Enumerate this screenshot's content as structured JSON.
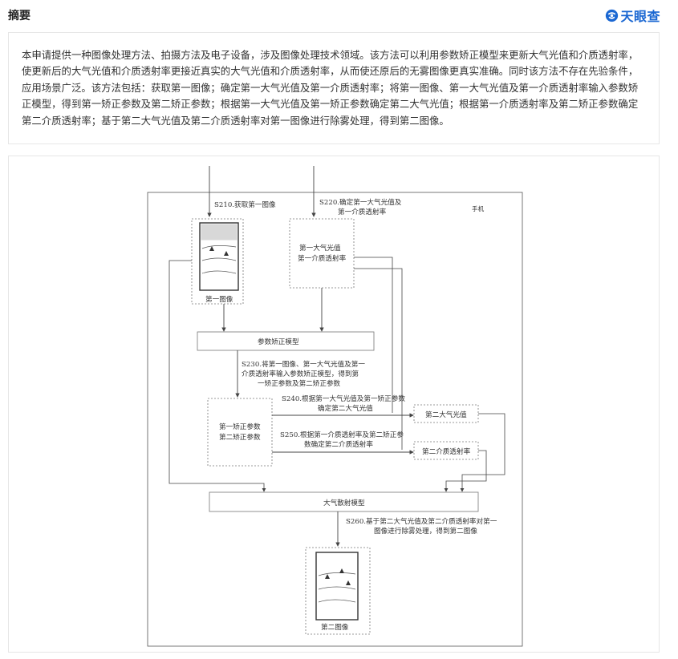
{
  "header": {
    "title": "摘要",
    "brand": "天眼查",
    "brand_color": "#1a67d2"
  },
  "abstract": {
    "lines": [
      "本申请提供一种图像处理方法、拍摄方法及电子设备，涉及图像处理技术领域。该方法可以利用参数矫正模型来更新大气光值和介质透射率，",
      "使更新后的大气光值和介质透射率更接近真实的大气光值和介质透射率，从而使还原后的无雾图像更真实准确。同时该方法不存在先验条件，",
      "应用场景广泛。该方法包括：获取第一图像；确定第一大气光值及第一介质透射率；将第一图像、第一大气光值及第一介质透射率输入参数矫",
      "正模型，得到第一矫正参数及第二矫正参数；根据第一大气光值及第一矫正参数确定第二大气光值；根据第一介质透射率及第二矫正参数确定",
      "第二介质透射率；基于第二大气光值及第二介质透射率对第一图像进行除雾处理，得到第二图像。"
    ]
  },
  "figure": {
    "corner_label": "手机",
    "step_s210": "S210.获取第一图像",
    "step_s220_line1": "S220.确定第一大气光值及",
    "step_s220_line2": "第一介质透射率",
    "box_first_image": "第一图像",
    "box_first_params_line1": "第一大气光值",
    "box_first_params_line2": "第一介质透射率",
    "box_param_model": "参数矫正模型",
    "step_s230_line1": "S230.将第一图像、第一大气光值及第一",
    "step_s230_line2": "介质透射率输入参数矫正模型，得到第",
    "step_s230_line3": "一矫正参数及第二矫正参数",
    "box_correction_line1": "第一矫正参数",
    "box_correction_line2": "第二矫正参数",
    "step_s240_line1": "S240.根据第一大气光值及第一矫正参数",
    "step_s240_line2": "确定第二大气光值",
    "box_second_atm": "第二大气光值",
    "step_s250_line1": "S250.根据第一介质透射率及第二矫正参",
    "step_s250_line2": "数确定第二介质透射率",
    "box_second_trans": "第二介质透射率",
    "box_scatter_model": "大气散射模型",
    "step_s260_line1": "S260.基于第二大气光值及第二介质透射率对第一",
    "step_s260_line2": "图像进行除雾处理，得到第二图像",
    "box_second_image": "第二图像"
  }
}
